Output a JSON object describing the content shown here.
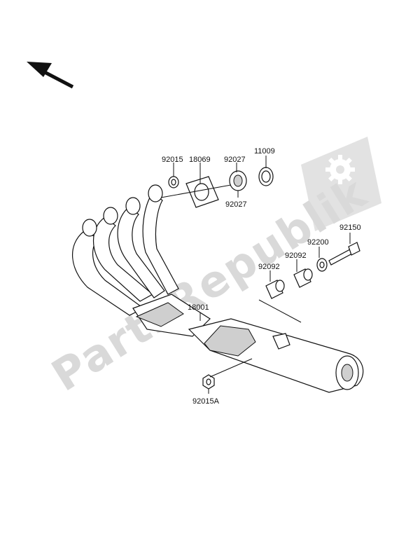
{
  "watermark": {
    "text": "PartsRepublik"
  },
  "parts": [
    {
      "id": "92015"
    },
    {
      "id": "18069"
    },
    {
      "id": "92027"
    },
    {
      "id": "11009"
    },
    {
      "id": "92027"
    },
    {
      "id": "92150"
    },
    {
      "id": "92200"
    },
    {
      "id": "92092"
    },
    {
      "id": "92092"
    },
    {
      "id": "18001"
    },
    {
      "id": "92015A"
    }
  ],
  "icons": {
    "direction": "front-direction-arrow-icon",
    "logo": "gear-logo-icon"
  }
}
